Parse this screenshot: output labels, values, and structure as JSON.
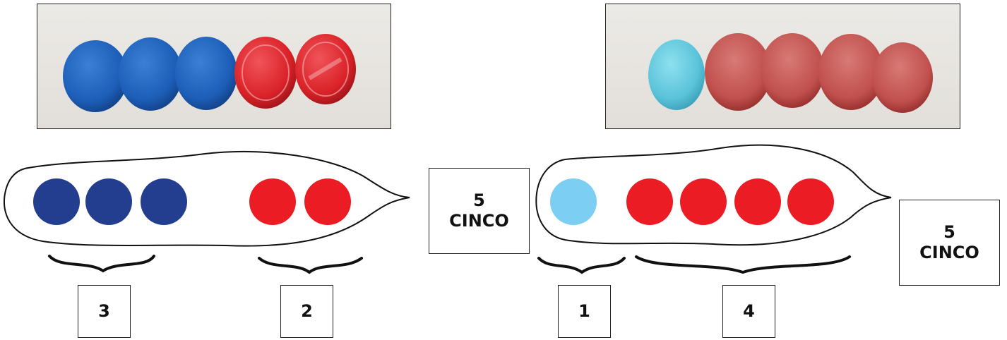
{
  "colors": {
    "dark_blue": "#233d8f",
    "light_blue": "#7ccff2",
    "red": "#ec1c24",
    "photo_blue": "#1d5fb8",
    "photo_light_blue": "#5ac3d9",
    "photo_red_bright": "#d92228",
    "photo_red_dull": "#b94a47",
    "outline": "#111111"
  },
  "left_group": {
    "counters": [
      "dark_blue",
      "dark_blue",
      "dark_blue",
      "red",
      "red"
    ],
    "parts": [
      3,
      2
    ],
    "part_labels": [
      "3",
      "2"
    ],
    "total_number": "5",
    "total_word": "CINCO"
  },
  "right_group": {
    "counters": [
      "light_blue",
      "red",
      "red",
      "red",
      "red"
    ],
    "parts": [
      1,
      4
    ],
    "part_labels": [
      "1",
      "4"
    ],
    "total_number": "5",
    "total_word": "CINCO"
  }
}
